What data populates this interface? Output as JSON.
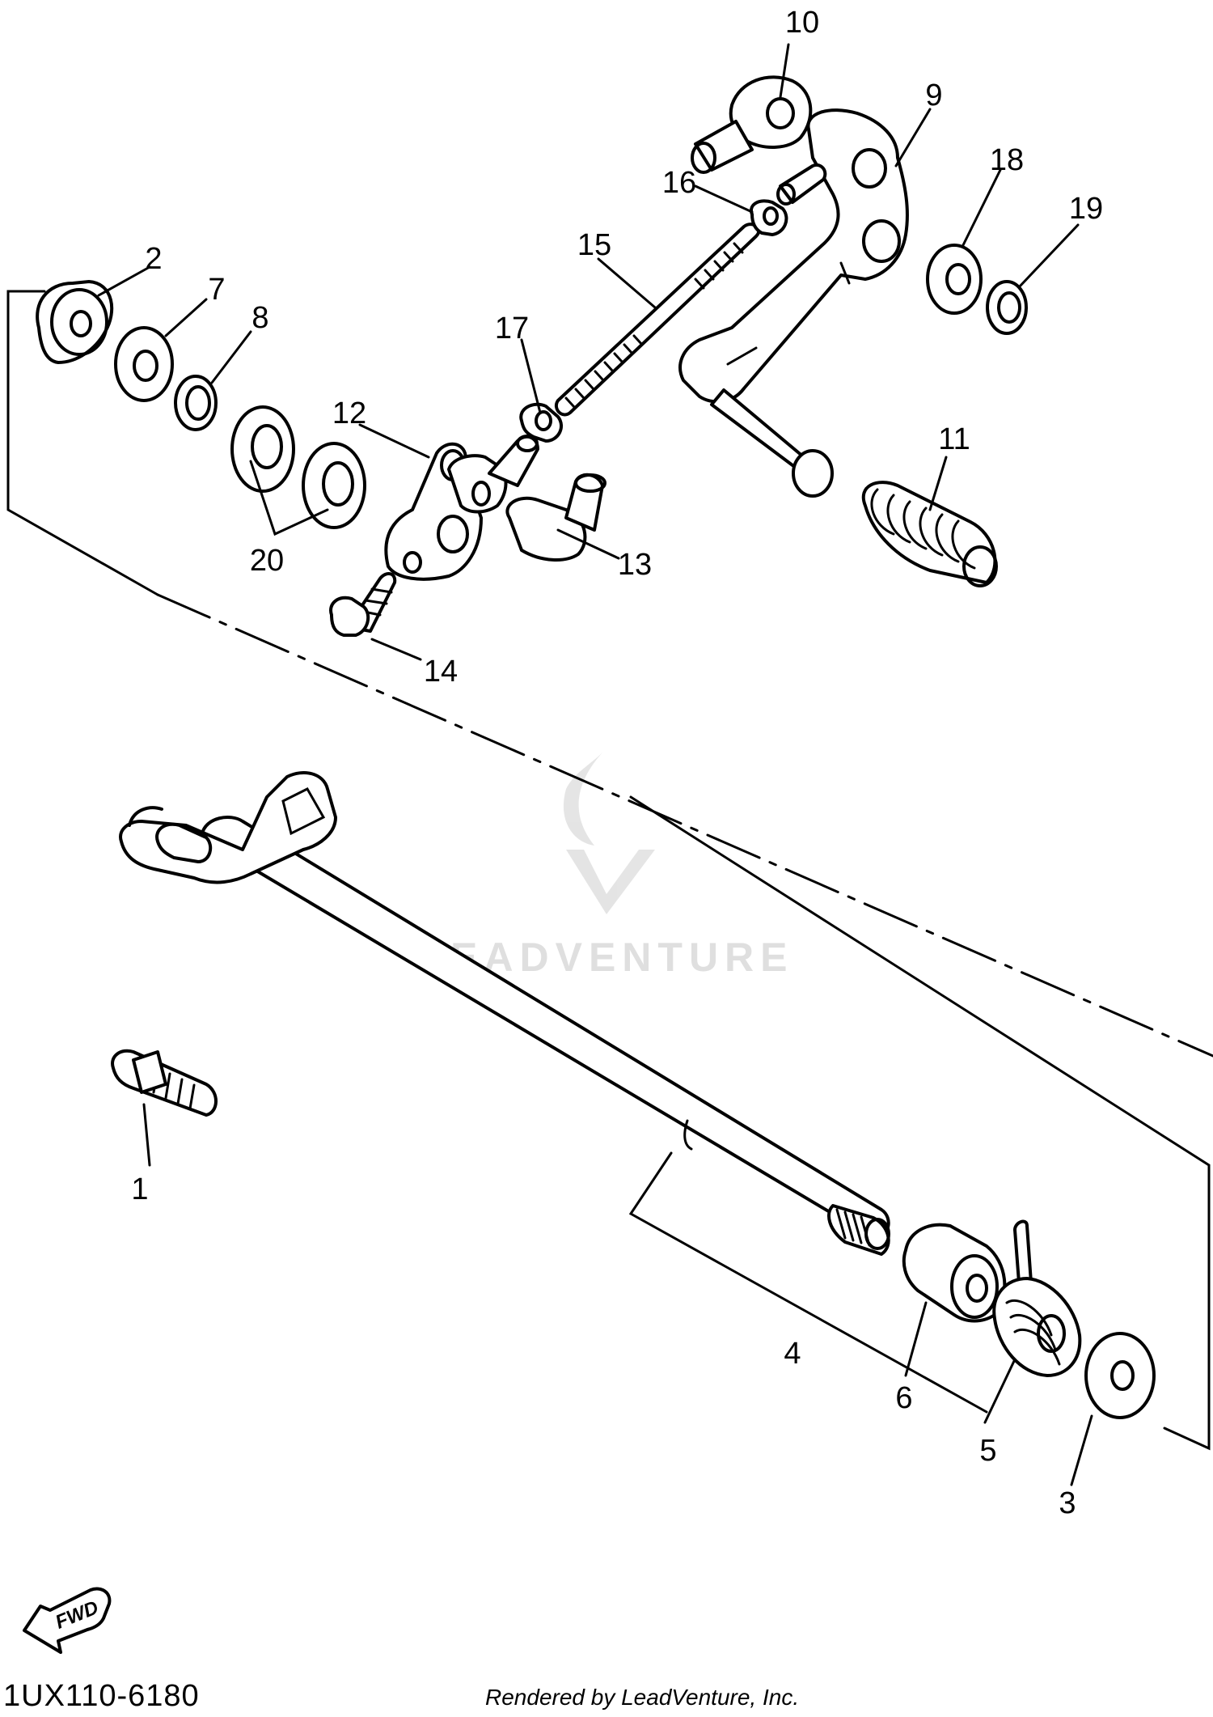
{
  "diagram": {
    "part_code": "1UX110-6180",
    "render_credit": "Rendered by LeadVenture, Inc.",
    "watermark": "LEADVENTURE",
    "fwd_arrow_text": "FWD",
    "callouts": [
      "1",
      "2",
      "3",
      "4",
      "5",
      "6",
      "7",
      "8",
      "9",
      "10",
      "11",
      "12",
      "13",
      "14",
      "15",
      "16",
      "17",
      "18",
      "19",
      "20"
    ]
  }
}
